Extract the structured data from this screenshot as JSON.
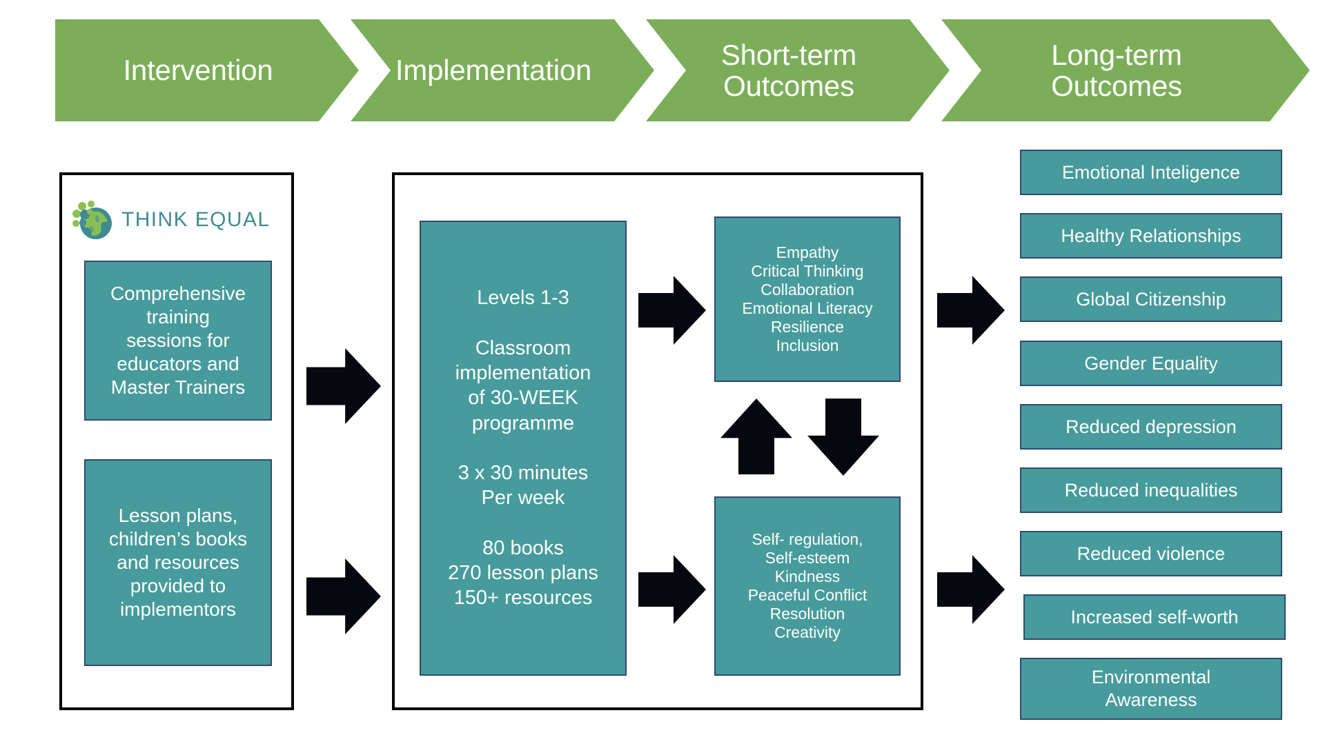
{
  "colors": {
    "chevron_green": "#7CAE5A",
    "box_teal": "#479B9C",
    "box_border": "#2E4A6B",
    "panel_border": "#000000",
    "arrow_black": "#07080F",
    "logo_text_teal": "#3E8C92",
    "logo_globe_teal": "#3E8C92",
    "logo_land_green": "#8CC152",
    "text_white": "#FFFFFF"
  },
  "banner": {
    "stages": [
      {
        "label": "Intervention"
      },
      {
        "label": "Implementation"
      },
      {
        "label": "Short-term\nOutcomes"
      },
      {
        "label": "Long-term\nOutcomes"
      }
    ]
  },
  "intervention": {
    "logo": {
      "name": "think-equal-logo",
      "text": "THINK EQUAL"
    },
    "boxes": [
      {
        "text": "Comprehensive\ntraining\nsessions for\neducators and\nMaster Trainers"
      },
      {
        "text": "Lesson plans,\nchildren’s books\nand resources\nprovided to\nimplementors"
      }
    ]
  },
  "implementation": {
    "box": {
      "text": "Levels 1-3\n\nClassroom\nimplementation\nof 30-WEEK\nprogramme\n\n3 x 30 minutes\nPer week\n\n80 books\n270 lesson plans\n150+ resources"
    }
  },
  "short_term_outcomes": {
    "boxes": [
      {
        "text": "Empathy\nCritical Thinking\nCollaboration\nEmotional Literacy\nResilience\nInclusion"
      },
      {
        "text": "Self- regulation,\nSelf-esteem\nKindness\nPeaceful Conflict\nResolution\nCreativity"
      }
    ]
  },
  "long_term_outcomes": {
    "boxes": [
      {
        "text": "Emotional Inteligence"
      },
      {
        "text": "Healthy Relationships"
      },
      {
        "text": "Global Citizenship"
      },
      {
        "text": "Gender Equality"
      },
      {
        "text": "Reduced depression"
      },
      {
        "text": "Reduced inequalities"
      },
      {
        "text": "Reduced violence"
      },
      {
        "text": "Increased self-worth"
      },
      {
        "text": "Environmental\nAwareness"
      }
    ]
  },
  "arrows": [
    {
      "name": "arrow-intervention-training-to-implementation",
      "direction": "right"
    },
    {
      "name": "arrow-intervention-resources-to-implementation",
      "direction": "right"
    },
    {
      "name": "arrow-implementation-to-short-term-top",
      "direction": "right"
    },
    {
      "name": "arrow-implementation-to-short-term-bottom",
      "direction": "right"
    },
    {
      "name": "arrow-short-term-feedback-up",
      "direction": "up"
    },
    {
      "name": "arrow-short-term-feedback-down",
      "direction": "down"
    },
    {
      "name": "arrow-short-term-top-to-long-term",
      "direction": "right"
    },
    {
      "name": "arrow-short-term-bottom-to-long-term",
      "direction": "right"
    }
  ]
}
